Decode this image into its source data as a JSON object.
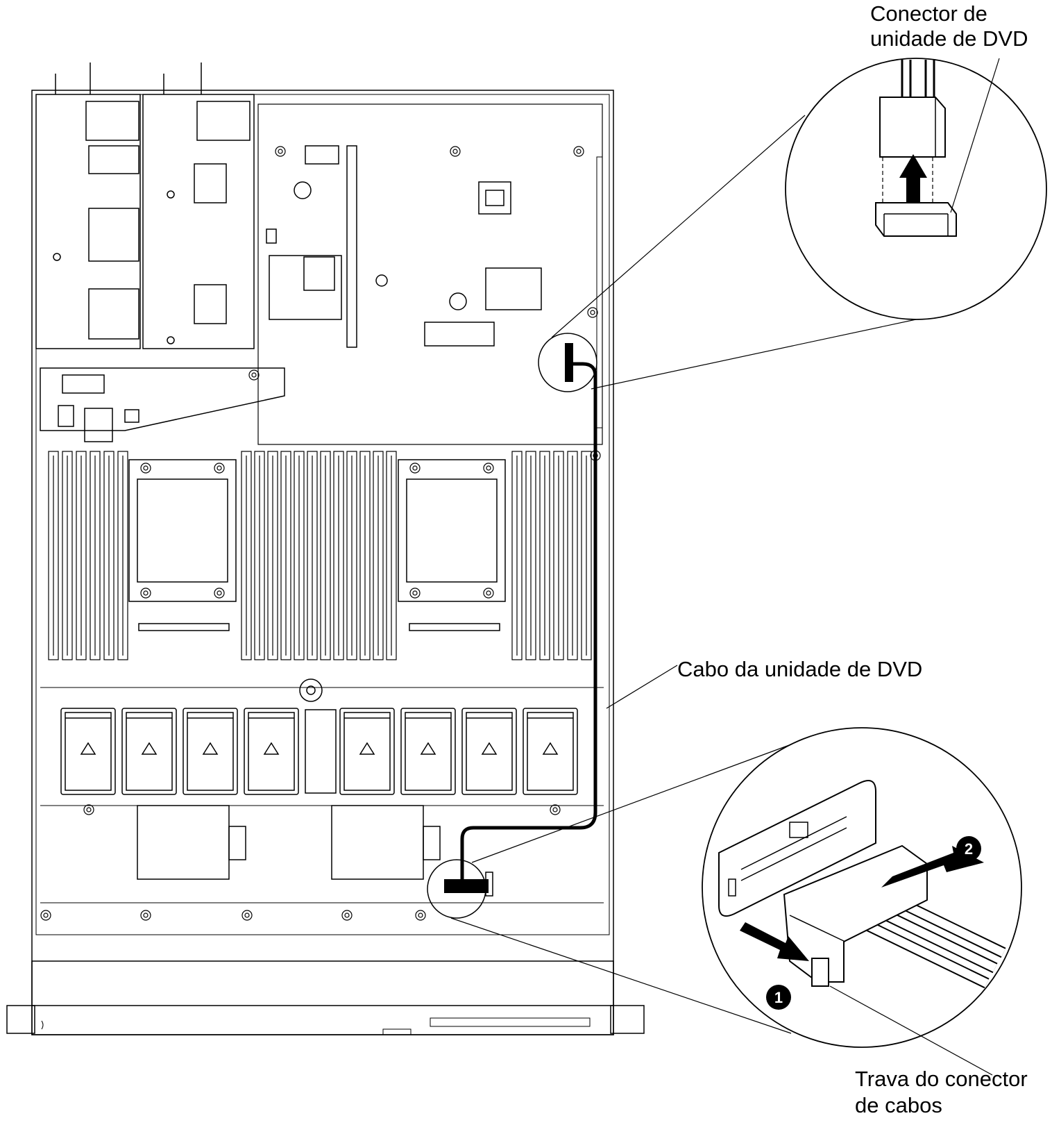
{
  "labels": {
    "dvd_connector_line1": "Conector de",
    "dvd_connector_line2": "unidade de DVD",
    "dvd_cable": "Cabo da unidade de DVD",
    "latch_line1": "Trava do conector",
    "latch_line2": "de cabos"
  },
  "steps": {
    "step1": "1",
    "step2": "2"
  },
  "colors": {
    "line": "#000000",
    "background": "#ffffff",
    "badge": "#000000"
  }
}
